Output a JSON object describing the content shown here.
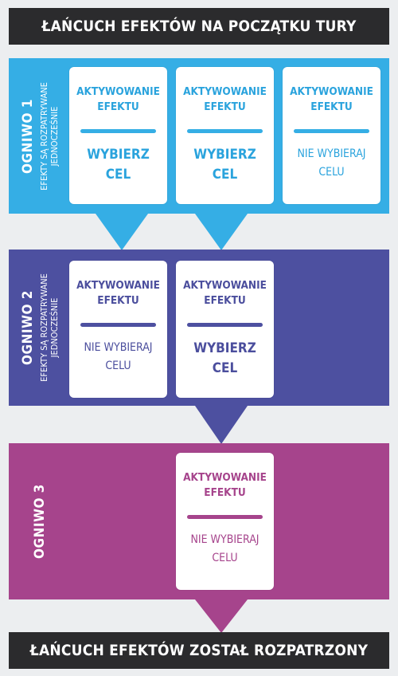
{
  "top_bar": "ŁAŃCUCH EFEKTÓW NA POCZĄTKU TURY",
  "bottom_bar": "ŁAŃCUCH EFEKTÓW ZOSTAŁ ROZPATRZONY",
  "colors": {
    "link1": "#35aee5",
    "link2": "#4d50a0",
    "link3": "#a6448c",
    "bar": "#2b2b2d"
  },
  "link1": {
    "title": "OGNIWO 1",
    "sub_line1": "EFEKTY SĄ ROZPATRYWANE",
    "sub_line2": "JEDNOCZEŚNIE",
    "cards": [
      {
        "activate_line1": "AKTYWOWANIE",
        "activate_line2": "EFEKTU",
        "target_line1": "WYBIERZ",
        "target_line2": "CEL"
      },
      {
        "activate_line1": "AKTYWOWANIE",
        "activate_line2": "EFEKTU",
        "target_line1": "WYBIERZ",
        "target_line2": "CEL"
      },
      {
        "activate_line1": "AKTYWOWANIE",
        "activate_line2": "EFEKTU",
        "target_line1": "NIE WYBIERAJ",
        "target_line2": "CELU"
      }
    ]
  },
  "link2": {
    "title": "OGNIWO 2",
    "sub_line1": "EFEKTY SĄ ROZPATRYWANE",
    "sub_line2": "JEDNOCZEŚNIE",
    "cards": [
      {
        "activate_line1": "AKTYWOWANIE",
        "activate_line2": "EFEKTU",
        "target_line1": "NIE WYBIERAJ",
        "target_line2": "CELU"
      },
      {
        "activate_line1": "AKTYWOWANIE",
        "activate_line2": "EFEKTU",
        "target_line1": "WYBIERZ",
        "target_line2": "CEL"
      }
    ]
  },
  "link3": {
    "title": "OGNIWO 3",
    "cards": [
      {
        "activate_line1": "AKTYWOWANIE",
        "activate_line2": "EFEKTU",
        "target_line1": "NIE WYBIERAJ",
        "target_line2": "CELU"
      }
    ]
  }
}
